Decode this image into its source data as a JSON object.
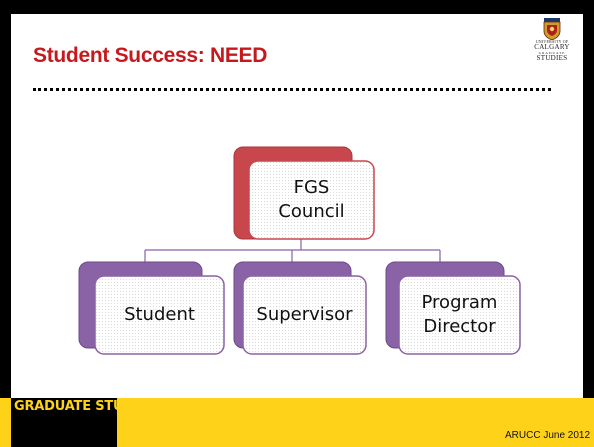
{
  "slide": {
    "title": "Student Success: NEED"
  },
  "logo": {
    "line1": "UNIVERSITY OF",
    "line2": "CALGARY",
    "line3": "GRADUATE",
    "line4": "STUDIES"
  },
  "diagram": {
    "root": {
      "line1": "FGS",
      "line2": "Council",
      "color": "#c8474c"
    },
    "children": [
      {
        "line1": "Student",
        "line2": ""
      },
      {
        "line1": "Supervisor",
        "line2": ""
      },
      {
        "line1": "Program",
        "line2": "Director"
      }
    ],
    "child_color": "#8a62a6"
  },
  "footer": {
    "label": "GRADUATE STUDIES",
    "date": "ARUCC June 2012",
    "band_color": "#ffd21a"
  }
}
